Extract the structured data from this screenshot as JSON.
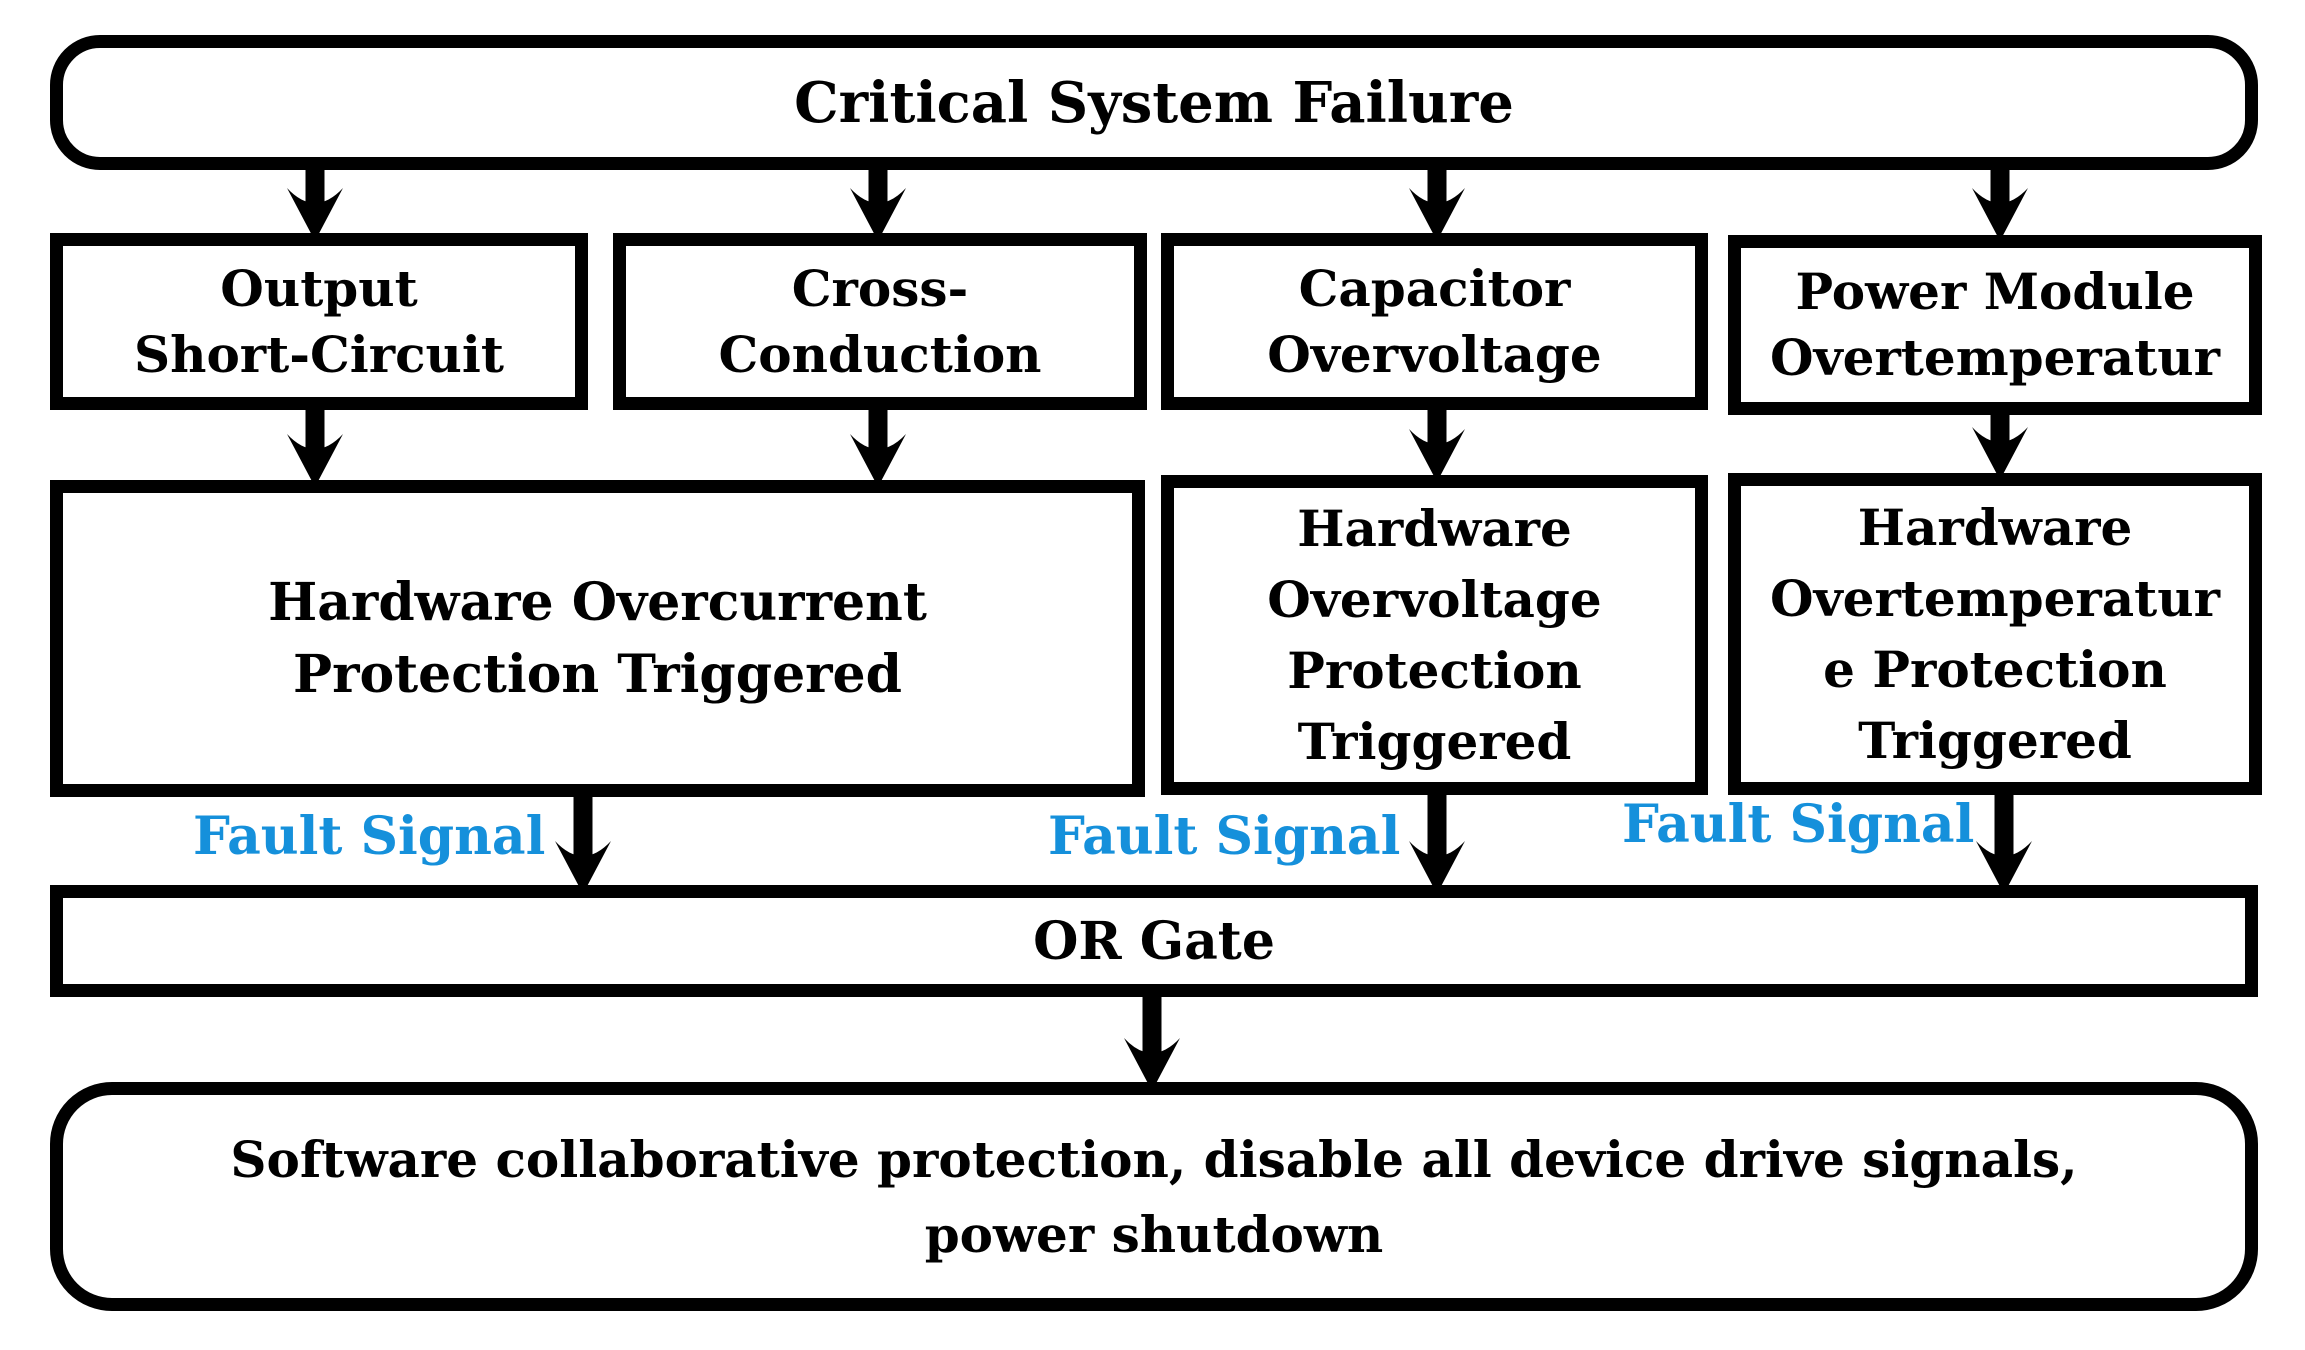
{
  "diagram": {
    "title_box": {
      "label": "Critical System Failure"
    },
    "fault_boxes": [
      {
        "lines": [
          "Output",
          "Short-Circuit"
        ]
      },
      {
        "lines": [
          "Cross-",
          "Conduction"
        ]
      },
      {
        "lines": [
          "Capacitor",
          "Overvoltage"
        ]
      },
      {
        "lines": [
          "Power Module",
          "Overtemperatur"
        ]
      }
    ],
    "protection_boxes": [
      {
        "lines": [
          "Hardware Overcurrent",
          "Protection Triggered"
        ]
      },
      {
        "lines": [
          "Hardware",
          "Overvoltage",
          "Protection",
          "Triggered"
        ]
      },
      {
        "lines": [
          "Hardware",
          "Overtemperatur",
          "e Protection",
          "Triggered"
        ]
      }
    ],
    "fault_signal_labels": [
      "Fault Signal",
      "Fault Signal",
      "Fault Signal"
    ],
    "or_gate_box": {
      "label": "OR Gate"
    },
    "bottom_box": {
      "lines": [
        "Software collaborative protection, disable all device drive signals,",
        "power shutdown"
      ]
    },
    "colors": {
      "fault_signal_blue": "#1590DB",
      "line_black": "#000000",
      "background": "#FFFFFF"
    }
  }
}
